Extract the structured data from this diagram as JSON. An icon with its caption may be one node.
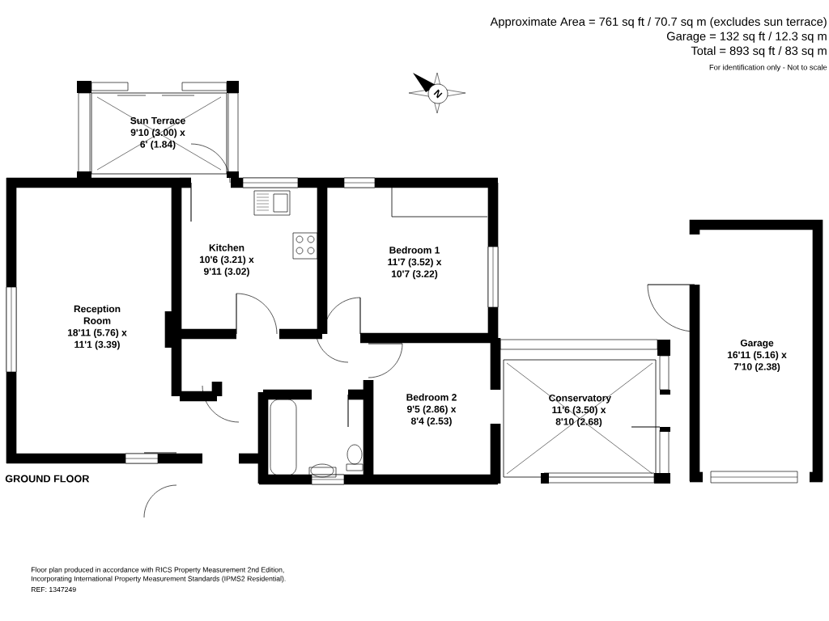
{
  "diagram": {
    "nodes": [
      {
        "text": [
          "Sun Terrace",
          "9'10 (3.00) x 6' (1.84)"
        ]
      },
      {
        "text": [
          "Reception Room",
          "18'11 (5.76) x 11'1 (3.39)"
        ]
      },
      {
        "text": [
          "Kitchen",
          "10'6 (3.21) x 9'11 (3.02)"
        ]
      },
      {
        "text": [
          "Bedroom 1",
          "11'7 (3.52) x 10'7 (3.22)"
        ]
      },
      {
        "text": [
          "Bedroom 2",
          "9'5 (2.86) x 8'4 (2.53)"
        ]
      },
      {
        "text": [
          "Conservatory",
          "11'6 (3.50) x 8'10 (2.68)"
        ]
      },
      {
        "text": [
          "Garage",
          "16'11 (5.16) x 7'10 (2.38)"
        ]
      }
    ],
    "labels": [
      "Approximate Area = 761 sq ft / 70.7 sq m (excludes sun terrace)",
      "Garage = 132 sq ft / 12.3 sq m",
      "Total = 893 sq ft / 83 sq m",
      "For identification only - Not to scale",
      "N",
      "GROUND FLOOR",
      "Floor plan produced in accordance with RICS Property Measurement 2nd Edition, Incorporating International Property Measurement Standards (IPMS2 Residential).",
      "REF: 1347249"
    ]
  }
}
